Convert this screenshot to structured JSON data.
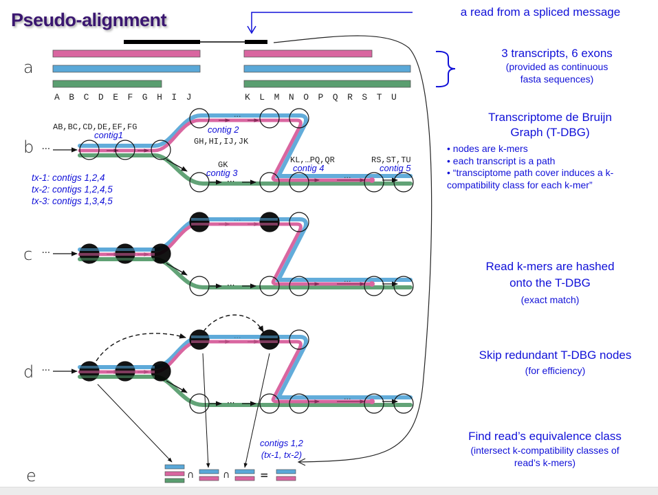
{
  "title": "Pseudo-alignment",
  "colors": {
    "transcript_1": "#d966a0",
    "transcript_2": "#5aa8d8",
    "transcript_3": "#5a9e70",
    "annotation_blue": "#1010d8",
    "title_purple": "#3a1670",
    "read_black": "#000000"
  },
  "panels": {
    "a": "a",
    "b": "b",
    "c": "c",
    "d": "d",
    "e": "e"
  },
  "panel_a": {
    "exon_letters_left": [
      "A",
      "B",
      "C",
      "D",
      "E",
      "F",
      "G",
      "H",
      "I",
      "J"
    ],
    "exon_letters_right": [
      "K",
      "L",
      "M",
      "N",
      "O",
      "P",
      "Q",
      "R",
      "S",
      "T",
      "U"
    ]
  },
  "panel_b": {
    "kmers_contig1": "AB,BC,CD,DE,EF,FG",
    "contig1": "contig1",
    "contig2": "contig 2",
    "kmers_contig2": "GH,HI,IJ,JK",
    "kmers_contig3": "GK",
    "contig3": "contig 3",
    "kmers_contig4": "KL,…PQ,QR",
    "contig4": "contig 4",
    "kmers_contig5": "RS,ST,TU",
    "contig5": "contig 5",
    "entry_ellipsis": "···",
    "transcript_paths": [
      "tx-1: contigs 1,2,4",
      "tx-2: contigs 1,2,4,5",
      "tx-3: contigs 1,3,4,5"
    ]
  },
  "panel_e": {
    "intersect_symbol": "∩",
    "equals_symbol": "=",
    "result_line1": "contigs 1,2",
    "result_line2": "(tx-1, tx-2)"
  },
  "notes": {
    "read": "a read from a spliced message",
    "transcripts_head": "3 transcripts, 6 exons",
    "transcripts_sub1": "(provided as continuous",
    "transcripts_sub2": "fasta sequences)",
    "tdbg_head1": "Transcriptome de Bruijn",
    "tdbg_head2": "Graph (T-DBG)",
    "tdbg_bullets": [
      "• nodes are k-mers",
      "• each transcript is a path",
      "• “transciptome path cover induces a k-compatibility class for each k-mer”"
    ],
    "hash_line1": "Read k-mers are hashed",
    "hash_line2": "onto the T-DBG",
    "hash_sub": "(exact match)",
    "skip_head": "Skip redundant T-DBG nodes",
    "skip_sub": "(for efficiency)",
    "eq_head": "Find read’s equivalence class",
    "eq_sub1": "(intersect k-compatibility classes of",
    "eq_sub2": "read’s k-mers)"
  }
}
